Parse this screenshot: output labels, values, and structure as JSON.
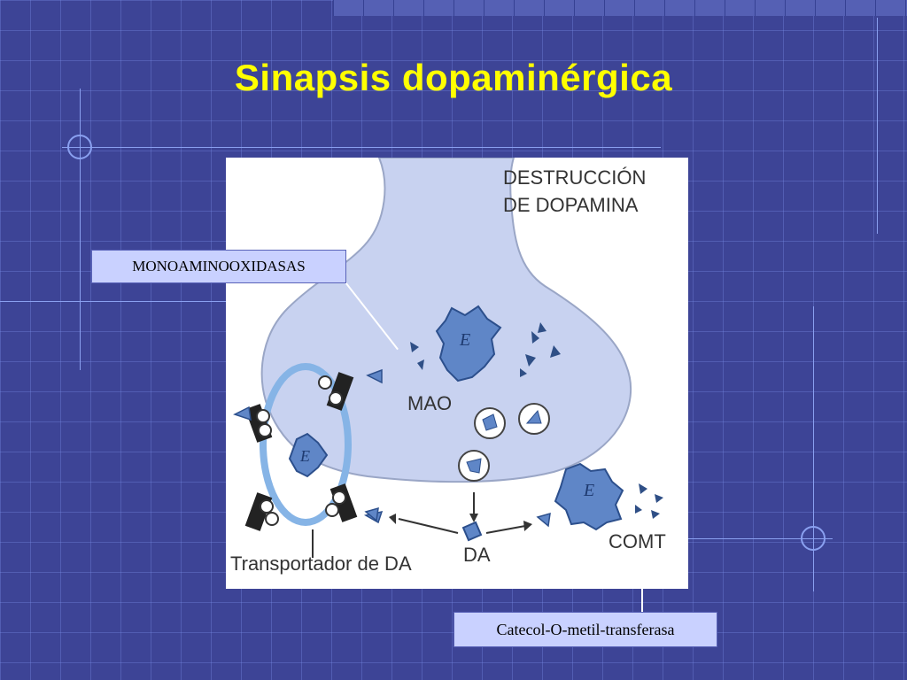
{
  "slide": {
    "title": "Sinapsis dopaminérgica"
  },
  "callouts": {
    "mao": "MONOAMINOOXIDASAS",
    "comt": "Catecol-O-metil-transferasa"
  },
  "figure": {
    "heading_line1": "DESTRUCCIÓN",
    "heading_line2": "DE DOPAMINA",
    "label_mao": "MAO",
    "label_da": "DA",
    "label_comt": "COMT",
    "label_transporter": "Transportador de DA",
    "enzyme_letter": "E"
  },
  "colors": {
    "background": "#3d4496",
    "title": "#ffff00",
    "terminal_fill": "#c8d2f0",
    "enzyme_fill": "#5f86c7",
    "transporter_ring": "#86b4e6",
    "callout_fill": "#c9d1ff"
  }
}
